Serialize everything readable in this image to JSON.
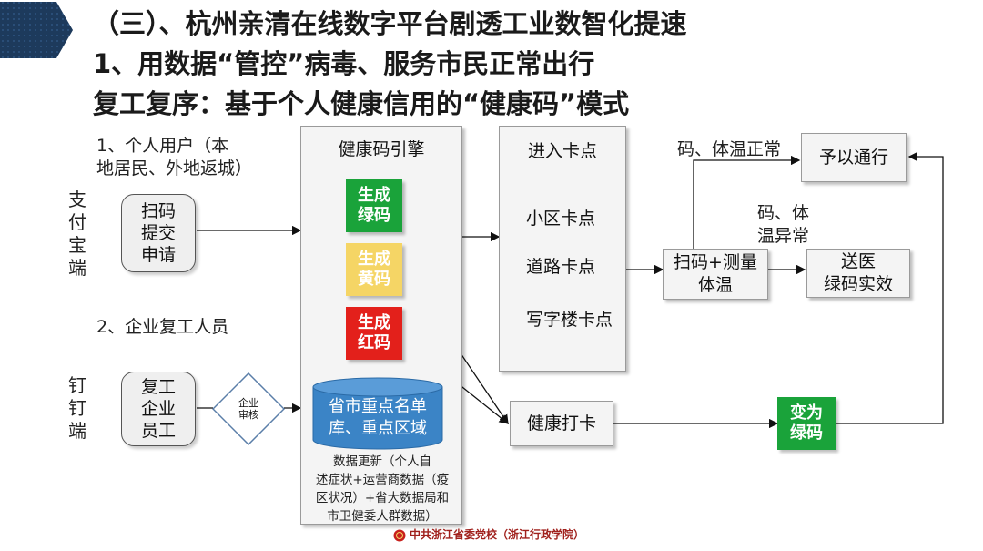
{
  "colors": {
    "green": "#1aa33a",
    "yellow": "#f5d565",
    "red": "#e3201b",
    "db_blue": "#3b84c6",
    "dark_arrow": "#1d3a5c"
  },
  "header": {
    "line1": "（三）、杭州亲清在线数字平台剧透工业数智化提速",
    "line2": "1、用数据“管控”病毒、服务市民正常出行",
    "line3": "复工复序：基于个人健康信用的“健康码”模式"
  },
  "left": {
    "section1": "1、个人用户（本\n地居民、外地返城）",
    "alipay_label": "支\n付\n宝\n端",
    "scan_box": "扫码\n提交\n申请",
    "section2": "2、企业复工人员",
    "dingding_label": "钉\n钉\n端",
    "worker_box": "复工\n企业\n员工",
    "diamond": "企业\n审核"
  },
  "engine": {
    "title": "健康码引擎",
    "green_code": "生成\n绿码",
    "yellow_code": "生成\n黄码",
    "red_code": "生成\n红码",
    "database": "省市重点名单\n库、重点区域",
    "data_update": "数据更新（个人自\n述症状+运营商数据（疫\n区状况）+省大数据局和\n市卫健委人群数据）"
  },
  "checkpoint": {
    "title": "进入卡点",
    "items": [
      "小区卡点",
      "道路卡点",
      "写字楼卡点"
    ]
  },
  "right": {
    "normal_label": "码、体温正常",
    "pass_box": "予以通行",
    "abnormal_label": "码、体\n温异常",
    "scan_measure": "扫码+测量\n体温",
    "hospital_box": "送医\n绿码实效",
    "clock_in": "健康打卡",
    "become_green": "变为\n绿码"
  },
  "footer": {
    "school": "中共浙江省委党校（浙江行政学院）"
  }
}
